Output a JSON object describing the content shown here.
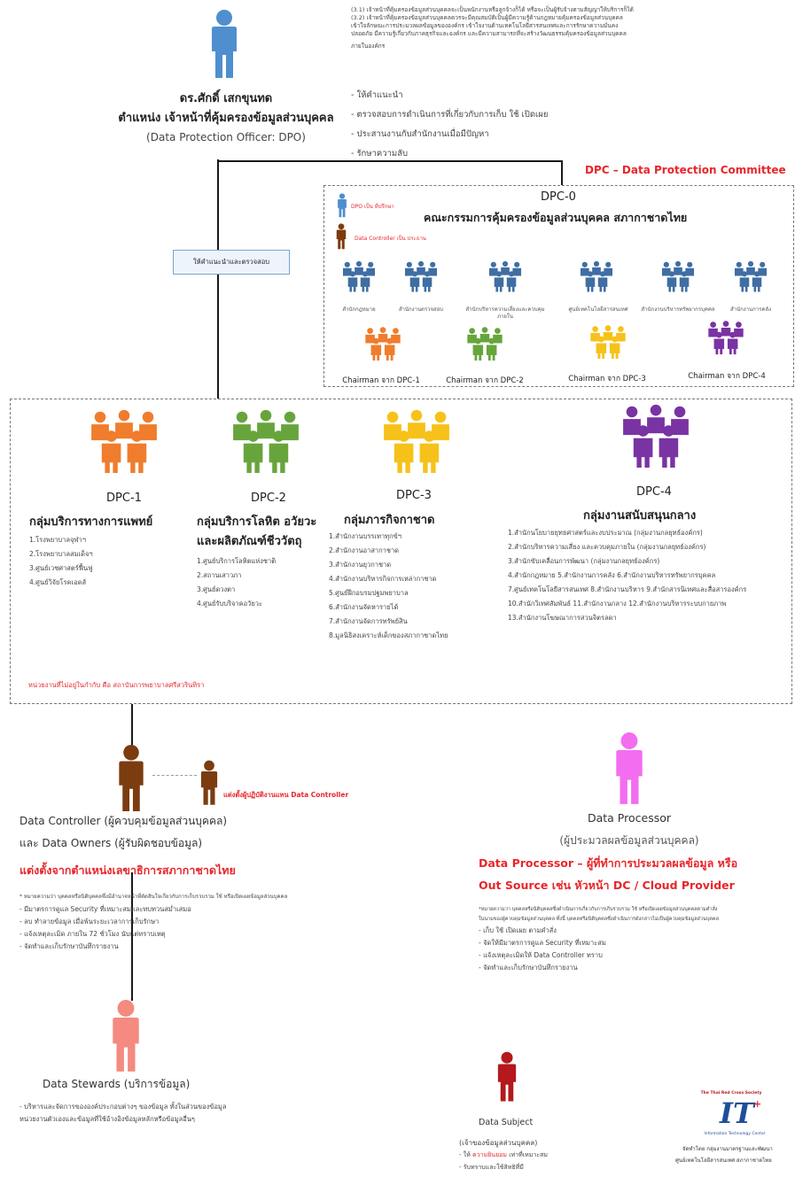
{
  "dpo": {
    "name": "ดร.ศักดิ์ เสกขุนทด",
    "position": "ตำแหน่ง เจ้าหน้าที่คุ้มครองข้อมูลส่วนบุคคล",
    "english": "(Data Protection Officer: DPO)",
    "notes": [
      "(3.1) เจ้าหน้าที่คุ้มครองข้อมูลส่วนบุคคลจะเป็นพนักงานหรือลูกจ้างก็ได้ หรือจะเป็นผู้รับจ้างตามสัญญาให้บริการก็ได้",
      "(3.2) เจ้าหน้าที่คุ้มครองข้อมูลส่วนบุคคลควรจะมีคุณสมบัติเป็นผู้มีความรู้ด้านกฎหมายคุ้มครองข้อมูลส่วนบุคคล",
      "เข้าใจลักษณะการประมวลผลข้อมูลขององค์กร เข้าใจงานด้านเทคโนโลยีสารสนเทศและการรักษาความมั่นคง",
      "ปลอดภัย มีความรู้เกี่ยวกับภาคธุรกิจและองค์กร และมีความสามารถที่จะสร้างวัฒนธรรมคุ้มครองข้อมูลส่วนบุคคล",
      "ภายในองค์กร"
    ],
    "duties": [
      "- ให้คำแนะนำ",
      "- ตรวจสอบการดำเนินการที่เกี่ยวกับการเก็บ ใช้ เปิดเผย",
      "- ประสานงานกับสำนักงานเมื่อมีปัญหา",
      "- รักษาความลับ"
    ]
  },
  "dpc_banner": "DPC – Data Protection Committee",
  "advice_box": "ให้คำแนะนำและตรวจสอบ",
  "dpc0": {
    "code": "DPC-0",
    "title": "คณะกรรมการคุ้มครองข้อมูลส่วนบุคคล สภากาชาดไทย",
    "legend_dpo": "DPO เป็น ที่ปรึกษา",
    "legend_controller": "Data Controller เป็น ประธาน",
    "members": [
      "สำนักกฎหมาย",
      "สำนักงานตรวจสอบ",
      "สำนักบริหารความเสี่ยงและควบคุมภายใน",
      "ศูนย์เทคโนโลยีสารสนเทศ",
      "สำนักงานบริหารทรัพยากรบุคคล",
      "สำนักงานการคลัง"
    ],
    "chairs": [
      "Chairman จาก DPC-1",
      "Chairman จาก DPC-2",
      "Chairman จาก DPC-3",
      "Chairman จาก DPC-4"
    ]
  },
  "groups": [
    {
      "code": "DPC-1",
      "name": "กลุ่มบริการทางการแพทย์",
      "items": [
        "1.โรงพยาบาลจุฬาฯ",
        "2.โรงพยาบาลสมเด็จฯ",
        "3.ศูนย์เวชศาสตร์ฟื้นฟู",
        "",
        "4.ศูนย์วิจัยโรคเอดส์"
      ]
    },
    {
      "code": "DPC-2",
      "name": "กลุ่มบริการโลหิต อวัยวะ",
      "name2": "และผลิตภัณฑ์ชีววัตถุ",
      "items": [
        "1.ศูนย์บริการโลหิตแห่งชาติ",
        "2.สถานเสาวภา",
        "3.ศูนย์ดวงตา",
        "",
        "4.ศูนย์รับบริจาคอวัยวะ"
      ]
    },
    {
      "code": "DPC-3",
      "name": "กลุ่มภารกิจกาชาด",
      "items": [
        "1.สำนักงานบรรเทาทุกข์ฯ",
        "2.สำนักงานอาสากาชาด",
        "3.สำนักงานยุวกาชาด",
        "4.สำนักงานบริหารกิจการเหล่ากาชาด",
        "5.ศูนย์ฝึกอบรมปฐมพยาบาล",
        "6.สำนักงานจัดหารายได้",
        "7.สำนักงานจัดการทรัพย์สิน",
        "",
        "8.มูลนิธิสงเคราะห์เด็กของสภากาชาดไทย"
      ]
    },
    {
      "code": "DPC-4",
      "name": "กลุ่มงานสนับสนุนกลาง",
      "items": [
        "1.สำนักนโยบายยุทธศาสตร์และงบประมาณ (กลุ่มงานกลยุทธ์องค์กร)",
        "2.สำนักบริหารความเสี่ยง และควบคุมภายใน (กลุ่มงานกลยุทธ์องค์กร)",
        "3.สำนักขับเคลื่อนการพัฒนา (กลุ่มงานกลยุทธ์องค์กร)",
        "4.สำนักกฎหมาย  5.สำนักงานการคลัง  6.สำนักงานบริหารทรัพยากรบุคคล",
        "7.ศูนย์เทคโนโลยีสารสนเทศ  8.สำนักงานบริหาร  9.สำนักสารนิเทศและสื่อสารองค์กร",
        "10.สำนักวิเทศสัมพันธ์  11.สำนักงานกลาง  12.สำนักงานบริหารระบบกายภาพ",
        "",
        "13.สำนักงานโฆษณาการสวนจิตรลดา"
      ]
    }
  ],
  "unaffiliated_note": "หน่วยงานที่ไม่อยู่ในกำกับ คือ สถาบันการพยาบาลศรีสวรินทิรา",
  "controller": {
    "appoint_label": "แต่งตั้งผู้ปฏิบัติงานแทน Data Controller",
    "line1_en": "Data Controller",
    "line1_th": "(ผู้ควบคุมข้อมูลส่วนบุคคล)",
    "line2_th": "และ",
    "line2_en": "Data Owners",
    "line2_th2": "(ผู้รับผิดชอบข้อมูล)",
    "appoint_title": "แต่งตั้งจากตำแหน่งเลขาธิการสภากาชาดไทย",
    "bullets": [
      "* หมายความว่า บุคคลหรือนิติบุคคลซึ่งมีอำนาจหน้าที่ตัดสินใจเกี่ยวกับการเก็บรวบรวม ใช้ หรือเปิดเผยข้อมูลส่วนบุคคล",
      "- มีมาตรการดูแล Security ที่เหมาะสมและทบทวนสม่ำเสมอ",
      "- ลบ ทำลายข้อมูล เมื่อพ้นระยะเวลาการเก็บรักษา",
      "- แจ้งเหตุละเมิด ภายใน 72 ชั่วโมง นับแต่ทราบเหตุ",
      "- จัดทำและเก็บรักษาบันทึกรายงาน"
    ]
  },
  "processor": {
    "title": "Data Processor",
    "subtitle": "(ผู้ประมวลผลข้อมูลส่วนบุคคล)",
    "red1": "Data Processor – ผู้ที่ทำการประมวลผลข้อมูล หรือ",
    "red2": "Out Source เช่น หัวหน้า DC / Cloud Provider",
    "bullets": [
      "*หมายความว่า บุคคลหรือนิติบุคคลซึ่งดำเนินการเกี่ยวกับการเก็บรวบรวม ใช้ หรือเปิดเผยข้อมูลส่วนบุคคลตามคำสั่ง",
      "ในนามของผู้ควบคุมข้อมูลส่วนบุคคล ทั้งนี้ บุคคลหรือนิติบุคคลซึ่งดำเนินการดังกล่าวไม่เป็นผู้ควบคุมข้อมูลส่วนบุคคล",
      "- เก็บ ใช้ เปิดเผย ตามคำสั่ง",
      "- จัดให้มีมาตรการดูแล Security ที่เหมาะสม",
      "- แจ้งเหตุละเมิดให้ Data Controller ทราบ",
      "- จัดทำและเก็บรักษาบันทึกรายงาน"
    ]
  },
  "stewards": {
    "title_en": "Data Stewards",
    "title_th": "(บริการข้อมูล)",
    "desc": [
      "- บริหารและจัดการขององค์ประกอบต่างๆ ของข้อมูล ทั้งในส่วนของข้อมูล",
      "หน่วยงานตัวเองและข้อมูลที่ใช้อ้างอิงข้อมูลหลักหรือข้อมูลอื่นๆ"
    ]
  },
  "subject": {
    "title": "Data Subject",
    "subtitle": "(เจ้าของข้อมูลส่วนบุคคล)",
    "l1a": "- ให้",
    "l1b": "ความยินยอม",
    "l1c": "เท่าที่เหมาะสม",
    "l2": "- รับทราบและใช้สิทธิที่มี"
  },
  "logo": {
    "org": "The Thai Red Cross Society",
    "mark": "IT",
    "center": "Information Technology Center",
    "credit1": "จัดทำโดย กลุ่มงานมาตรฐานและพัฒนา",
    "credit2": "ศูนย์เทคโนโลยีสารสนเทศ สภากาชาดไทย"
  },
  "colors": {
    "blue": "#4f8fcf",
    "darkblue": "#3f6ea3",
    "brown": "#7b3c10",
    "orange": "#ef7d2d",
    "green": "#67a53c",
    "yellow": "#f6c21a",
    "purple": "#7a33a3",
    "pink": "#f36df0",
    "salmon": "#f48a80",
    "crimson": "#b4191c",
    "red": "#e8262b"
  }
}
